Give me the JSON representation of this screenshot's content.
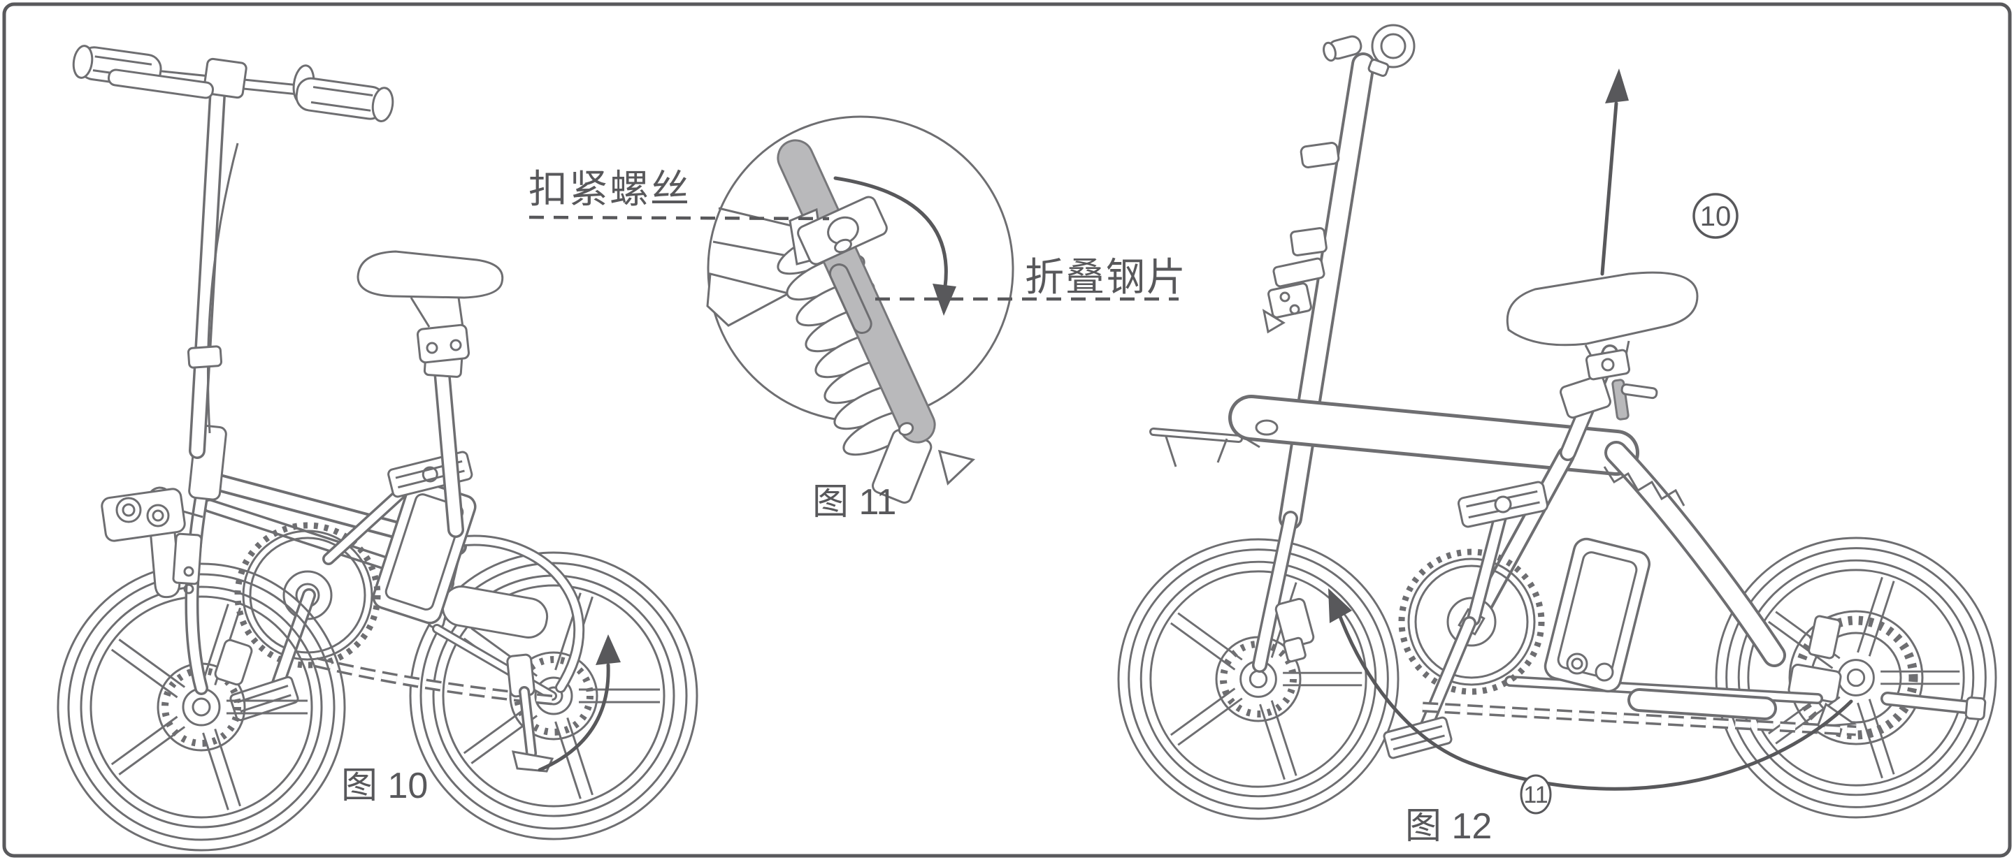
{
  "page": {
    "type": "manual-illustration",
    "background": "#ffffff",
    "border_color": "#59595c",
    "line_color": "#6e6e71",
    "steel_plate_fill": "#b9b9bb",
    "text_color": "#58585b"
  },
  "figure10": {
    "caption": "图 10",
    "depicts": "folded e-bike with kickstand down and fold-up arrow"
  },
  "figure11": {
    "caption": "图 11",
    "labels": {
      "tighten_screw": "扣紧螺丝",
      "folding_steel_plate": "折叠钢片"
    },
    "depicts": "detail circle of suspension spring and folding steel plate with rotate-down arrow"
  },
  "figure12": {
    "caption": "图 12",
    "step_badges": {
      "raise_saddle": "10",
      "fold_pedal": "11"
    },
    "depicts": "folded e-bike side view with saddle pull-up arrow and pedal sweep arrow"
  }
}
